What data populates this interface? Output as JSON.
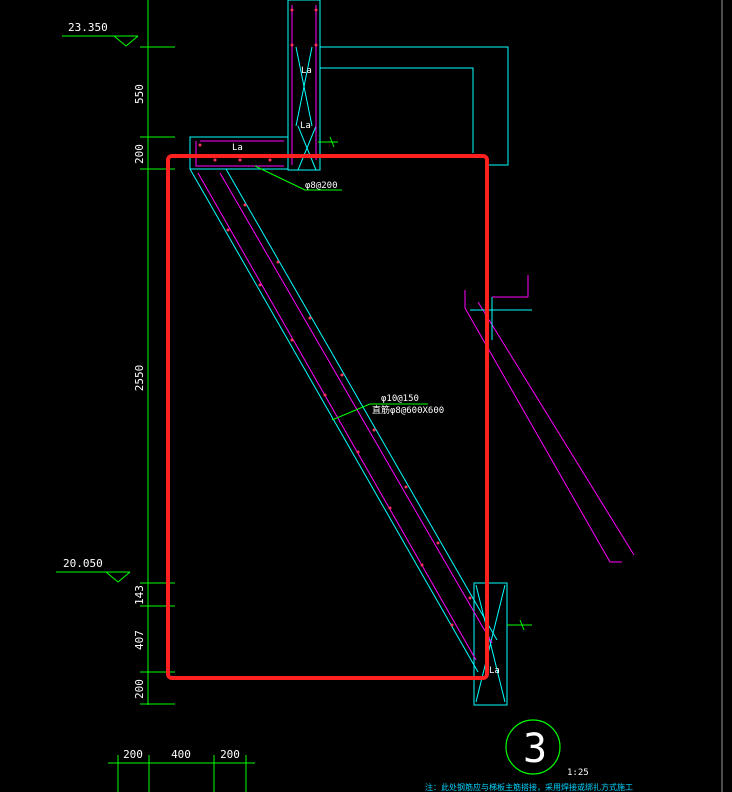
{
  "elevations": {
    "top": "23.350",
    "bottom": "20.050"
  },
  "vertical_dims": [
    "550",
    "200",
    "2550",
    "143",
    "407",
    "200"
  ],
  "horizontal_dims": [
    "200",
    "400",
    "200"
  ],
  "anchor_labels": {
    "top_vertical_1": "La",
    "top_vertical_2": "La",
    "top_horizontal": "La",
    "bottom_post": "La"
  },
  "rebar_callouts": {
    "landing": "φ8@200",
    "slab_main": "φ10@150",
    "slab_tie": "直筋φ8@600X600"
  },
  "section_marker": {
    "number": "3",
    "scale": "1:25"
  },
  "footer_note": "注：此处钢筋应与梯板主筋搭接，采用焊接或绑扎方式施工",
  "colors": {
    "background": "#000000",
    "dimension": "#00ff00",
    "outline": "#00ffff",
    "rebar": "#ff00ff",
    "highlight": "#ff2020",
    "text": "#ffffff"
  }
}
